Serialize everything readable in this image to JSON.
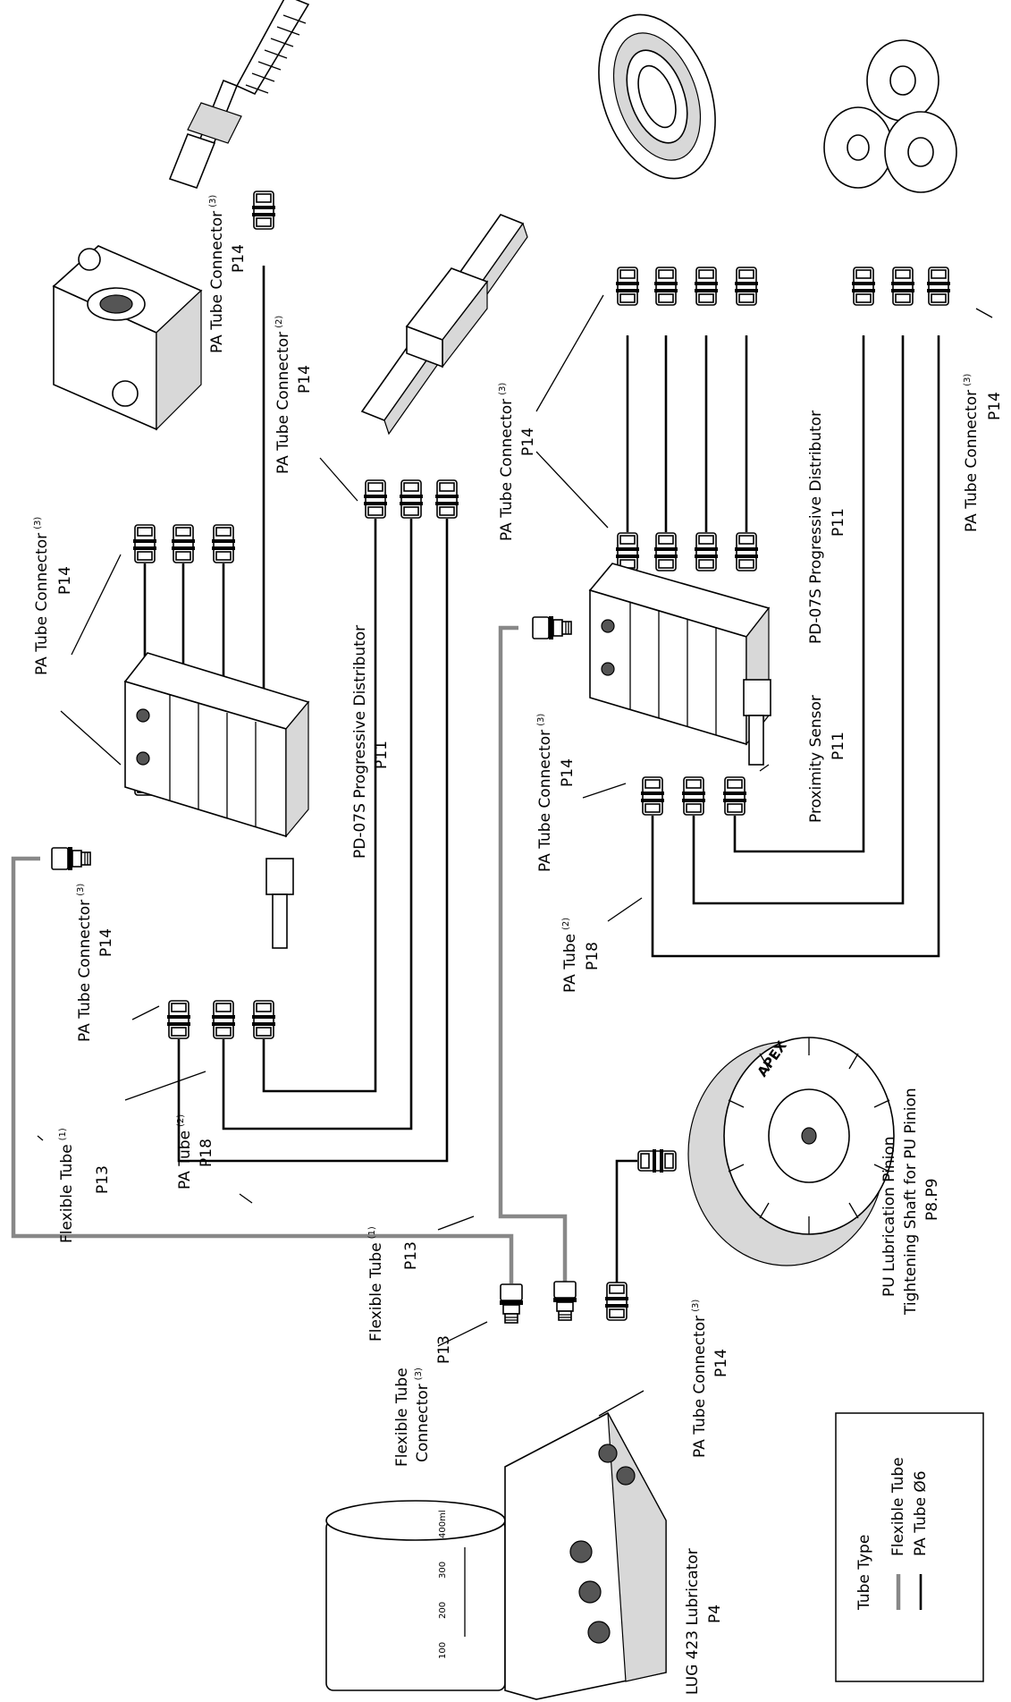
{
  "components": {
    "lubricator": {
      "name": "LUG 423 Lubricator",
      "page": "P4",
      "scale": [
        "400ml",
        "300",
        "200",
        "100"
      ]
    },
    "flexible_tube_connector_bottom": {
      "line1": "Flexible Tube",
      "line2": "Connector",
      "sup": "(3)",
      "page": "P13"
    },
    "pa_tube_connector_bottom": {
      "name": "PA Tube Connector",
      "sup": "(3)",
      "page": "P14"
    },
    "flexible_tube_left": {
      "name": "Flexible Tube",
      "sup": "(1)",
      "page": "P13"
    },
    "pa_tube_left": {
      "name": "PA Tube",
      "sup": "(2)",
      "page": "P18"
    },
    "flexible_tube_mid": {
      "name": "Flexible Tube",
      "sup": "(1)",
      "page": "P13"
    },
    "pa_tube_connector_left_bottom": {
      "name": "PA Tube Connector",
      "sup": "(3)",
      "page": "P14"
    },
    "distributor_left": {
      "name": "PD-07S Progressive Distributor",
      "page": "P11"
    },
    "pa_tube_connector_left_top": {
      "name": "PA Tube Connector",
      "sup": "(3)",
      "page": "P14"
    },
    "pa_tube_connector_top_bearing": {
      "name": "PA Tube Connector",
      "sup": "(3)",
      "page": "P14"
    },
    "pa_tube_connector_rail": {
      "name": "PA Tube Connector",
      "sup": "(2)",
      "page": "P14"
    },
    "pa_tube_connector_mid_top": {
      "name": "PA Tube Connector",
      "sup": "(3)",
      "page": "P14"
    },
    "pa_tube_connector_mid_bottom": {
      "name": "PA Tube Connector",
      "sup": "(3)",
      "page": "P14"
    },
    "pa_tube_right": {
      "name": "PA Tube",
      "sup": "(2)",
      "page": "P18"
    },
    "distributor_right": {
      "name": "PD-07S Progressive Distributor",
      "page": "P11"
    },
    "proximity_sensor": {
      "name": "Proximity Sensor",
      "page": "P11"
    },
    "pa_tube_connector_far_right": {
      "name": "PA Tube Connector",
      "sup": "(3)",
      "page": "P14"
    },
    "pinion": {
      "line1": "PU Lubrication Pinion",
      "line2": "Tightening Shaft for PU Pinion",
      "page": "P8.P9",
      "brand": "APEX"
    }
  },
  "legend": {
    "title": "Tube Type",
    "items": [
      {
        "label": "Flexible Tube",
        "color": "#888888"
      },
      {
        "label": "PA Tube Ø6",
        "color": "#000000"
      }
    ]
  }
}
